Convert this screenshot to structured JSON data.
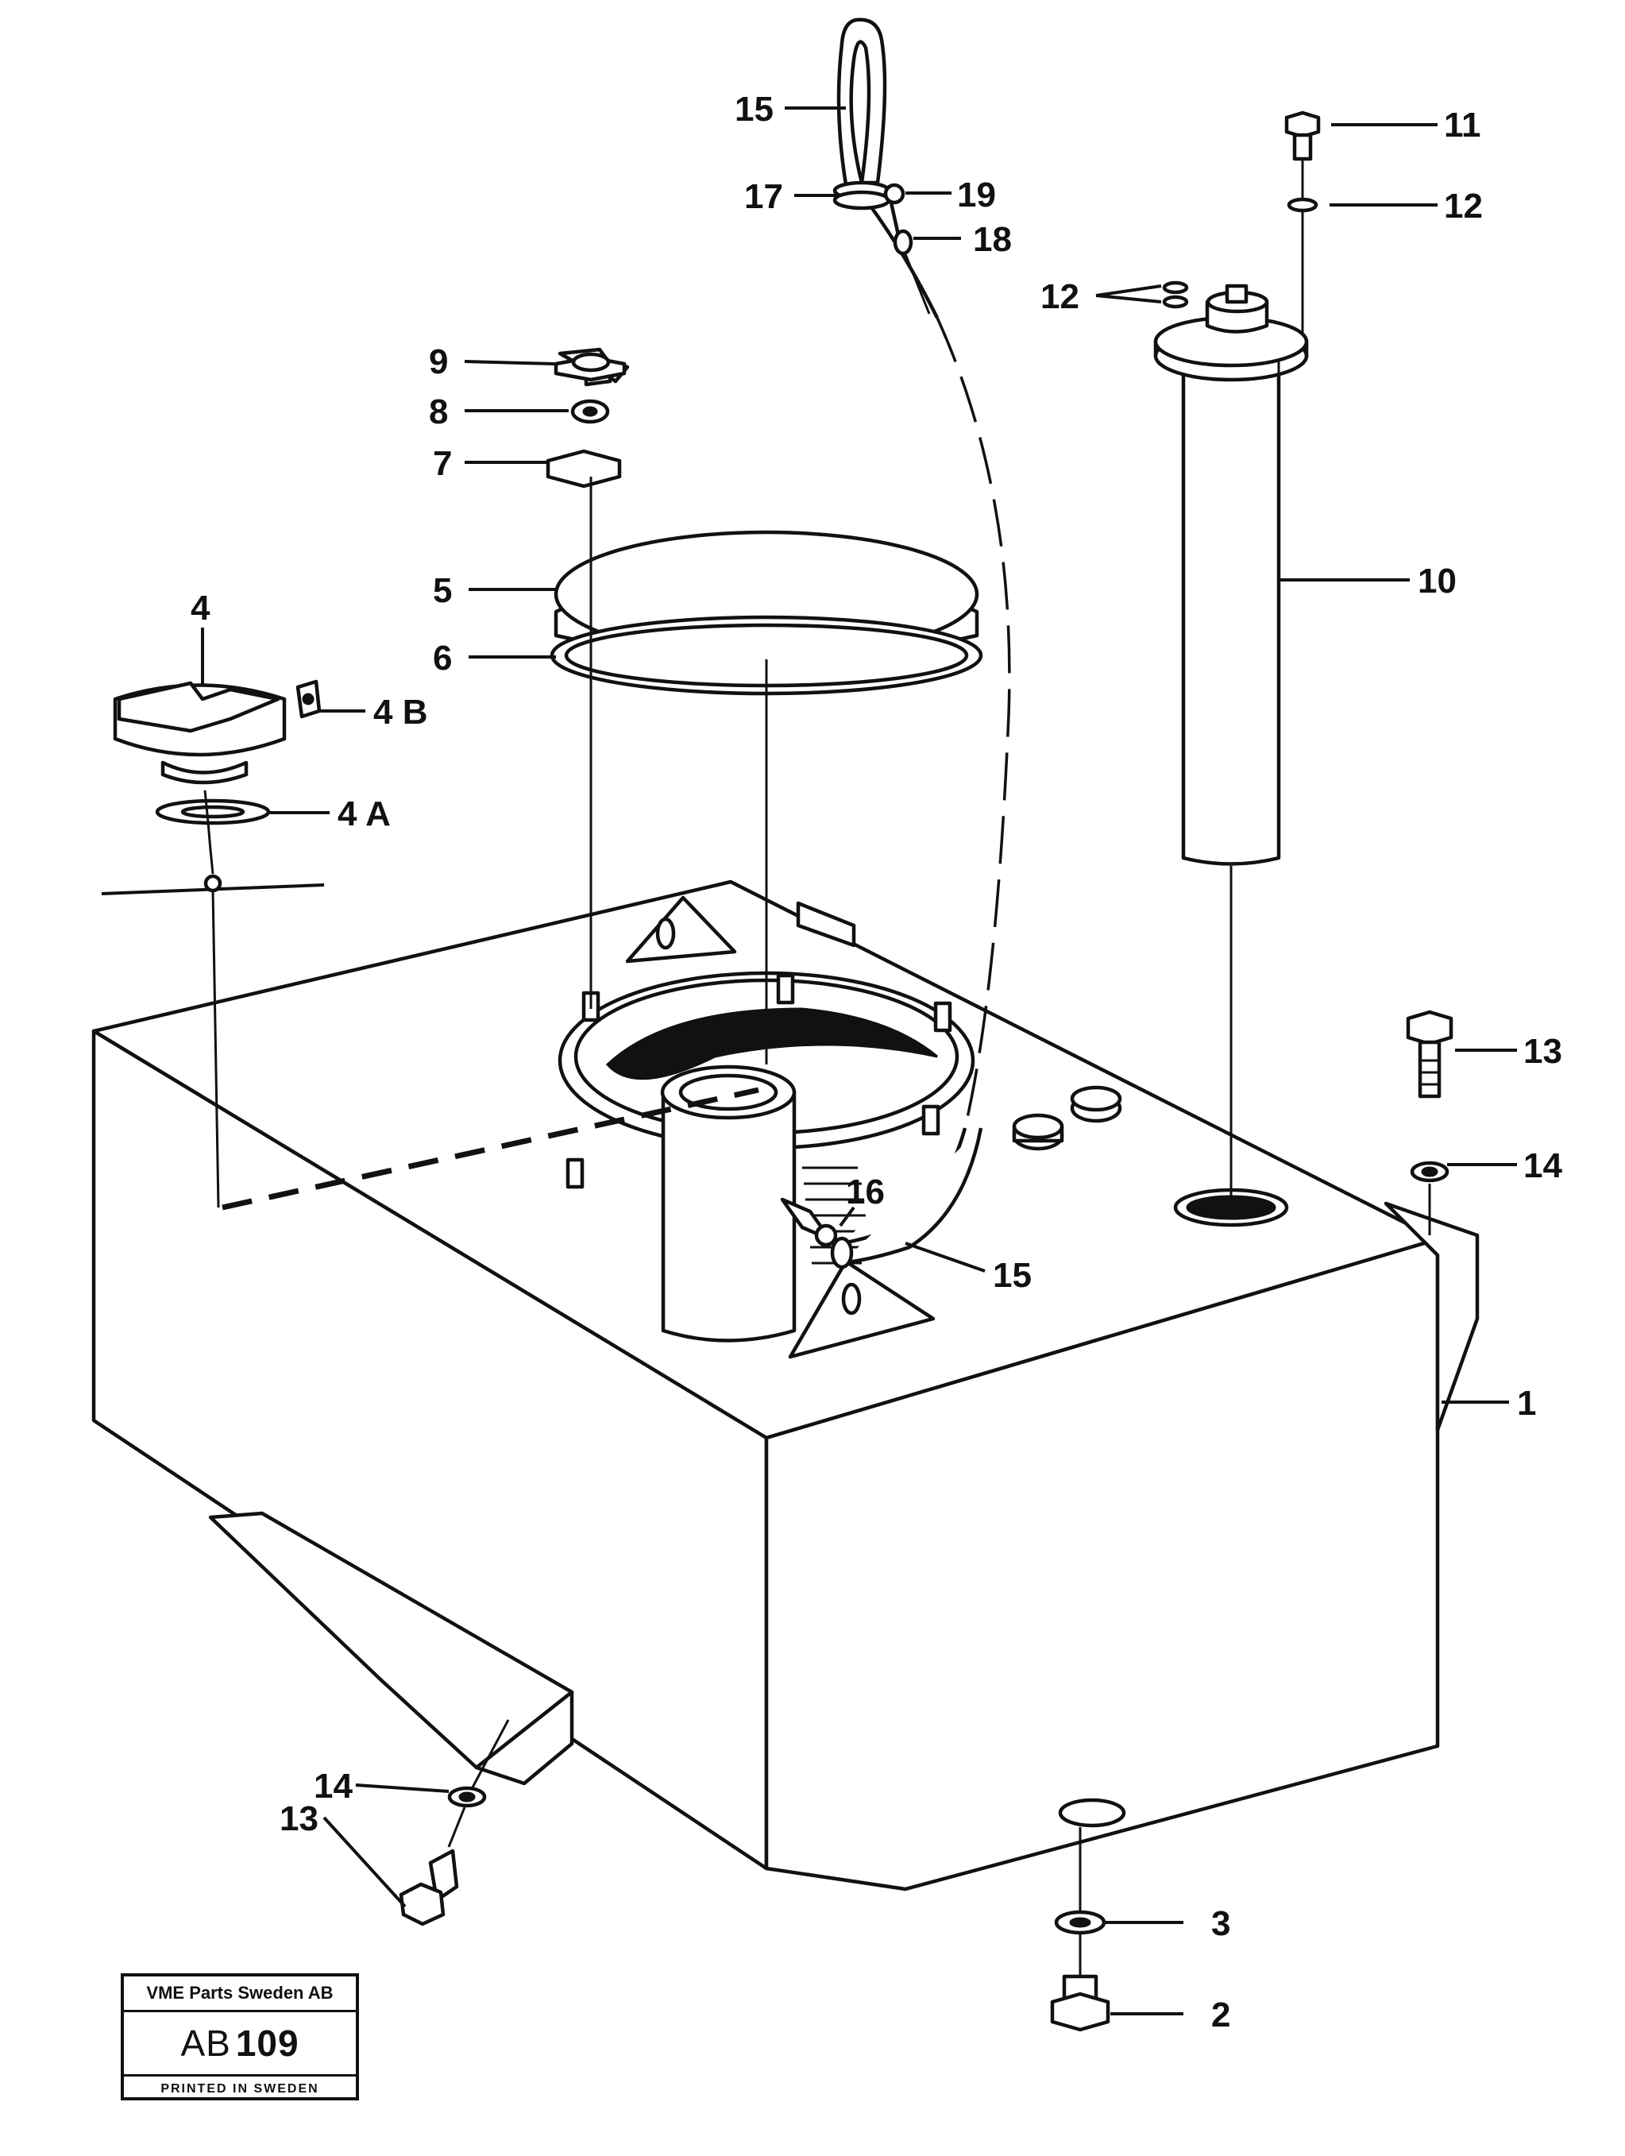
{
  "callouts": {
    "c1": "1",
    "c2": "2",
    "c3": "3",
    "c4": "4",
    "c4a": "4 A",
    "c4b": "4 B",
    "c5": "5",
    "c6": "6",
    "c7": "7",
    "c8": "8",
    "c9": "9",
    "c10": "10",
    "c11": "11",
    "c12a": "12",
    "c12b": "12",
    "c13a": "13",
    "c13b": "13",
    "c14a": "14",
    "c14b": "14",
    "c15a": "15",
    "c15b": "15",
    "c16": "16",
    "c17": "17",
    "c18": "18",
    "c19": "19"
  },
  "title_block": {
    "company": "VME Parts Sweden AB",
    "code_prefix": "AB",
    "code_number": "109",
    "printed": "PRINTED IN SWEDEN"
  }
}
